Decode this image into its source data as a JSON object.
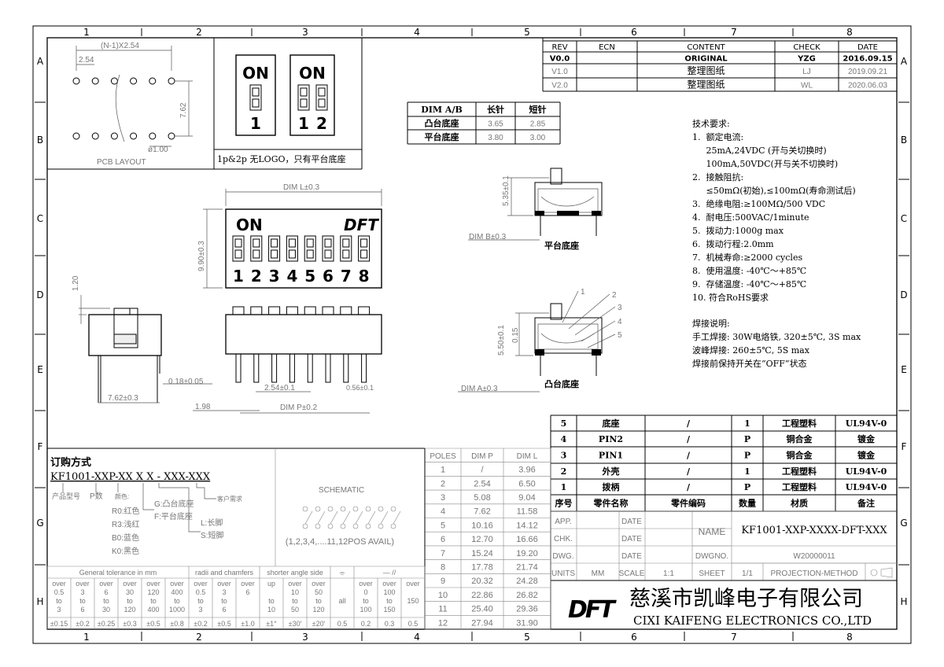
{
  "frame": {
    "columns": [
      "1",
      "2",
      "3",
      "4",
      "5",
      "6",
      "7",
      "8"
    ],
    "rows": [
      "A",
      "B",
      "C",
      "D",
      "E",
      "F",
      "G",
      "H"
    ]
  },
  "revisions": {
    "headers": [
      "REV",
      "ECN",
      "CONTENT",
      "CHECK",
      "DATE"
    ],
    "rows": [
      [
        "V0.0",
        "",
        "ORIGINAL",
        "YZG",
        "2016.09.15"
      ],
      [
        "V1.0",
        "",
        "整理图纸",
        "LJ",
        "2019.09.21"
      ],
      [
        "V2.0",
        "",
        "整理图纸",
        "WL",
        "2020.06.03"
      ]
    ]
  },
  "pcb_layout": {
    "title": "PCB LAYOUT",
    "dim_pitch_n": "(N-1)X2.54",
    "dim_pitch": "2.54",
    "dim_row": "7.62",
    "dim_hole": "ø1.00"
  },
  "small_switches": {
    "on_label": "ON",
    "one_pos_numbers": [
      "1"
    ],
    "two_pos_numbers": [
      "1",
      "2"
    ],
    "note": "1p&2p 无LOGO，只有平台底座"
  },
  "dim_table": {
    "headers": [
      "DIM A/B",
      "长针",
      "短针"
    ],
    "rows": [
      [
        "凸台底座",
        "3.65",
        "2.85"
      ],
      [
        "平台底座",
        "3.80",
        "3.00"
      ]
    ]
  },
  "top_view": {
    "dim_l": "DIM L±0.3",
    "dim_h": "9.90±0.3",
    "on_label": "ON",
    "logo": "DFT",
    "numbers": [
      "1",
      "2",
      "3",
      "4",
      "5",
      "6",
      "7",
      "8"
    ]
  },
  "front_view": {
    "dim_120": "1.20",
    "dim_018": "0.18±0.05",
    "dim_762": "7.62±0.3",
    "dim_198": "1.98",
    "dim_254": "2.54±0.1",
    "dim_056": "0.56±0.1",
    "dim_p": "DIM P±0.2"
  },
  "side_views": {
    "flat_height": "5.35±0.1",
    "flat_dim_b": "DIM B±0.3",
    "flat_label": "平台底座",
    "boss_height": "5.50±0.1",
    "boss_015": "0.15",
    "boss_dim_a": "DIM A±0.3",
    "boss_label": "凸台底座",
    "callouts": [
      "1",
      "2",
      "3",
      "4",
      "5"
    ]
  },
  "requirements": {
    "title": "技术要求:",
    "lines": [
      "1.  额定电流:",
      "     25mA,24VDC (开与关切换时)",
      "     100mA,50VDC(开与关不切换时)",
      "2.  接触阻抗:",
      "     ≤50mΩ(初始),≤100mΩ(寿命测试后)",
      "3.  绝缘电阻:≥100MΩ/500 VDC",
      "4.  耐电压:500VAC/1minute",
      "5.  拨动力:1000g max",
      "6.  拨动行程:2.0mm",
      "7.  机械寿命:≥2000 cycles",
      "8.  使用温度: -40℃～+85℃",
      "9.  存储温度: -40℃～+85℃",
      "10. 符合RoHS要求"
    ],
    "solder_title": "焊接说明:",
    "solder_lines": [
      "手工焊接: 30W电烙铁, 320±5℃, 3S max",
      "波峰焊接: 260±5℃, 5S max",
      "焊接前保持开关在“OFF”状态"
    ]
  },
  "bom": {
    "rows": [
      [
        "5",
        "底座",
        "/",
        "1",
        "工程塑料",
        "UL94V-0"
      ],
      [
        "4",
        "PIN2",
        "/",
        "P",
        "铜合金",
        "镀金"
      ],
      [
        "3",
        "PIN1",
        "/",
        "P",
        "铜合金",
        "镀金"
      ],
      [
        "2",
        "外壳",
        "/",
        "1",
        "工程塑料",
        "UL94V-0"
      ],
      [
        "1",
        "拨柄",
        "/",
        "P",
        "工程塑料",
        "UL94V-0"
      ]
    ],
    "headers": [
      "序号",
      "零件名称",
      "零件编码",
      "数量",
      "材质",
      "备注"
    ]
  },
  "title_block": {
    "app": "APP.",
    "chk": "CHK.",
    "dwg": "DWG.",
    "date": "DATE",
    "name_label": "NAME",
    "name": "KF1001-XXP-XXXX-DFT-XXX",
    "dwgno_label": "DWGNO.",
    "dwgno": "W20000011",
    "units_label": "UNITS",
    "units": "MM",
    "scale_label": "SCALE",
    "scale": "1:1",
    "sheet_label": "SHEET",
    "sheet": "1/1",
    "projection": "PROJECTION-METHOD",
    "company_cn": "慈溪市凯峰电子有限公司",
    "company_en": "CIXI KAIFENG ELECTRONICS CO.,LTD",
    "logo": "DFT"
  },
  "poles_table": {
    "headers": [
      "POLES",
      "DIM P",
      "DIM L"
    ],
    "rows": [
      [
        "1",
        "/",
        "3.96"
      ],
      [
        "2",
        "2.54",
        "6.50"
      ],
      [
        "3",
        "5.08",
        "9.04"
      ],
      [
        "4",
        "7.62",
        "11.58"
      ],
      [
        "5",
        "10.16",
        "14.12"
      ],
      [
        "6",
        "12.70",
        "16.66"
      ],
      [
        "7",
        "15.24",
        "19.20"
      ],
      [
        "8",
        "17.78",
        "21.74"
      ],
      [
        "9",
        "20.32",
        "24.28"
      ],
      [
        "10",
        "22.86",
        "26.82"
      ],
      [
        "11",
        "25.40",
        "29.36"
      ],
      [
        "12",
        "27.94",
        "31.90"
      ]
    ]
  },
  "ordering": {
    "title": "订购方式",
    "code": "KF1001-XXP-XX  X  X - XXX-XXX",
    "product_model": "产品型号",
    "p_count": "P数",
    "color": "颜色:",
    "colors": [
      "R0:红色",
      "R3:浅红",
      "B0:蓝色",
      "K0:黑色"
    ],
    "base": [
      "G:凸台底座",
      "F:平台底座"
    ],
    "pin": [
      "L:长脚",
      "S:短脚"
    ],
    "customer": "客户需求"
  },
  "schematic": {
    "title": "SCHEMATIC",
    "note": "(1,2,3,4,....11,12POS AVAIL)"
  },
  "tolerance": {
    "groups": [
      "General tolerance in mm",
      "radii and chamfers",
      "shorter angle side",
      "⌯",
      "— //"
    ],
    "ranges": [
      [
        "over",
        "0.5",
        "to",
        "3"
      ],
      [
        "over",
        "3",
        "to",
        "6"
      ],
      [
        "over",
        "6",
        "to",
        "30"
      ],
      [
        "over",
        "30",
        "to",
        "120"
      ],
      [
        "over",
        "120",
        "to",
        "400"
      ],
      [
        "over",
        "400",
        "to",
        "1000"
      ],
      [
        "over",
        "0.5",
        "to",
        "3"
      ],
      [
        "over",
        "3",
        "to",
        "6"
      ],
      [
        "over",
        "6",
        "",
        ""
      ],
      [
        "up",
        "",
        "to",
        "10"
      ],
      [
        "over",
        "10",
        "to",
        "50"
      ],
      [
        "over",
        "50",
        "to",
        "120"
      ],
      [
        "",
        "",
        "all",
        ""
      ],
      [
        "over",
        "0",
        "to",
        "100"
      ],
      [
        "over",
        "100",
        "to",
        "150"
      ],
      [
        "over",
        "",
        "150",
        ""
      ]
    ],
    "values": [
      "±0.15",
      "±0.2",
      "±0.25",
      "±0.3",
      "±0.5",
      "±0.8",
      "±0.2",
      "±0.5",
      "±1.0",
      "±1°",
      "±30′",
      "±20′",
      "0.5",
      "0.2",
      "0.3",
      "0.5"
    ]
  }
}
